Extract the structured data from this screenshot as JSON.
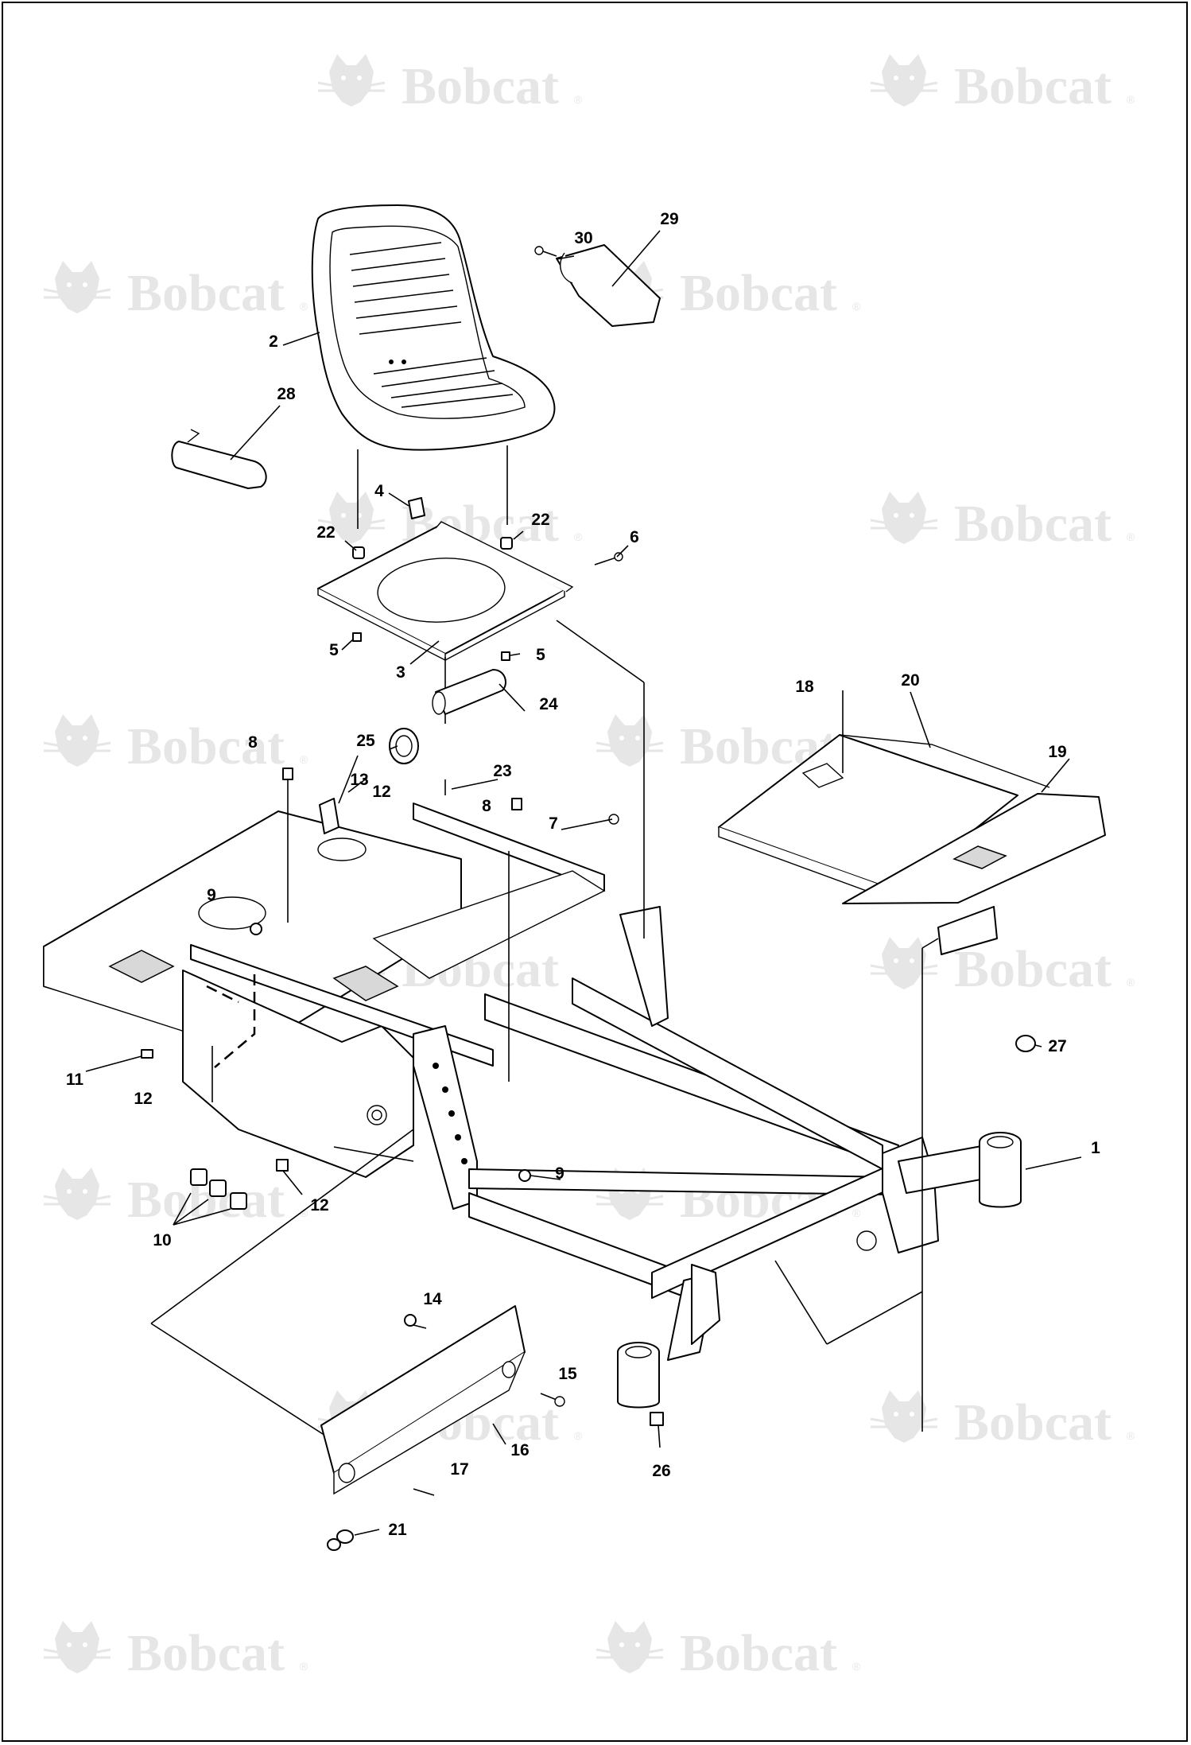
{
  "watermark": {
    "brand": "Bobcat",
    "logo_icon": "bobcat-head-icon"
  },
  "callouts": [
    {
      "id": "c1",
      "label": "1"
    },
    {
      "id": "c2",
      "label": "2"
    },
    {
      "id": "c3",
      "label": "3"
    },
    {
      "id": "c4",
      "label": "4"
    },
    {
      "id": "c5a",
      "label": "5"
    },
    {
      "id": "c5b",
      "label": "5"
    },
    {
      "id": "c6",
      "label": "6"
    },
    {
      "id": "c7",
      "label": "7"
    },
    {
      "id": "c8a",
      "label": "8"
    },
    {
      "id": "c8b",
      "label": "8"
    },
    {
      "id": "c9a",
      "label": "9"
    },
    {
      "id": "c9b",
      "label": "9"
    },
    {
      "id": "c10",
      "label": "10"
    },
    {
      "id": "c11",
      "label": "11"
    },
    {
      "id": "c12a",
      "label": "12"
    },
    {
      "id": "c12b",
      "label": "12"
    },
    {
      "id": "c12c",
      "label": "12"
    },
    {
      "id": "c13",
      "label": "13"
    },
    {
      "id": "c14",
      "label": "14"
    },
    {
      "id": "c15",
      "label": "15"
    },
    {
      "id": "c16",
      "label": "16"
    },
    {
      "id": "c17",
      "label": "17"
    },
    {
      "id": "c18",
      "label": "18"
    },
    {
      "id": "c19",
      "label": "19"
    },
    {
      "id": "c20",
      "label": "20"
    },
    {
      "id": "c21",
      "label": "21"
    },
    {
      "id": "c22a",
      "label": "22"
    },
    {
      "id": "c22b",
      "label": "22"
    },
    {
      "id": "c23",
      "label": "23"
    },
    {
      "id": "c24",
      "label": "24"
    },
    {
      "id": "c25",
      "label": "25"
    },
    {
      "id": "c26",
      "label": "26"
    },
    {
      "id": "c27",
      "label": "27"
    },
    {
      "id": "c28",
      "label": "28"
    },
    {
      "id": "c29",
      "label": "29"
    },
    {
      "id": "c30",
      "label": "30"
    }
  ]
}
